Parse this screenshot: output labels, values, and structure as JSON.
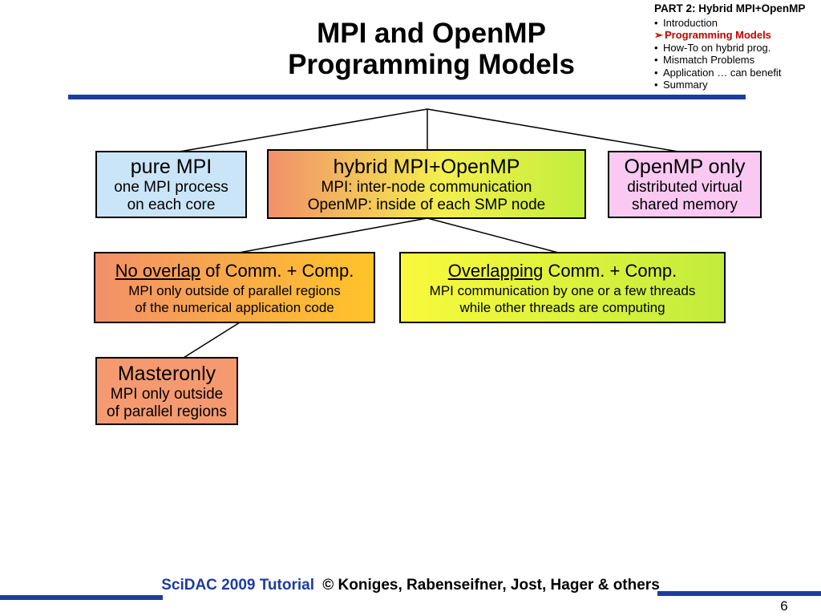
{
  "slide": {
    "title_line1": "MPI and OpenMP",
    "title_line2": "Programming Models",
    "page_number": "6"
  },
  "outline": {
    "header": "PART 2: Hybrid MPI+OpenMP",
    "items": [
      {
        "bullet": "•",
        "label": "Introduction"
      },
      {
        "bullet": "➢",
        "label": "Programming Models"
      },
      {
        "bullet": "•",
        "label": "How-To on hybrid prog."
      },
      {
        "bullet": "•",
        "label": "Mismatch Problems"
      },
      {
        "bullet": "•",
        "label": "Application … can benefit"
      },
      {
        "bullet": "•",
        "label": "Summary"
      }
    ]
  },
  "diagram": {
    "nodes": {
      "pure_mpi": {
        "title": "pure MPI",
        "line1": "one MPI process",
        "line2": "on each core",
        "css": "background:#cbe5f8"
      },
      "hybrid": {
        "title": "hybrid MPI+OpenMP",
        "line1": "MPI: inter-node communication",
        "line2": "OpenMP: inside of each SMP node",
        "css": "background:linear-gradient(90deg,#f2906a 0%,#f4ef4e 55%,#c3ee3b 100%)"
      },
      "openmp_only": {
        "title": "OpenMP only",
        "line1": "distributed virtual",
        "line2": "shared memory",
        "css": "background:#f9c9f2"
      },
      "no_overlap": {
        "title_u": "No overlap",
        "title_rest": " of Comm. + Comp.",
        "line1": "MPI only outside of parallel regions",
        "line2": "of the numerical application code",
        "css": "background:linear-gradient(90deg,#f2906a 0%,#ffc428 100%)"
      },
      "overlapping": {
        "title_u": "Overlapping",
        "title_rest": " Comm. + Comp.",
        "line1": "MPI communication by one or a few threads",
        "line2": "while other threads are computing",
        "css": "background:linear-gradient(90deg,#f9f93c 0%,#c2ec3c 100%)"
      },
      "masteronly": {
        "title": "Masteronly",
        "line1": "MPI only outside",
        "line2": "of parallel regions",
        "css": "background:#f59a70"
      }
    }
  },
  "footer": {
    "tutorial": "SciDAC 2009 Tutorial",
    "credits": "© Koniges, Rabenseifner, Jost, Hager & others"
  },
  "colors": {
    "divider_blue": "#1c3ca1",
    "accent_red": "#c00000"
  }
}
